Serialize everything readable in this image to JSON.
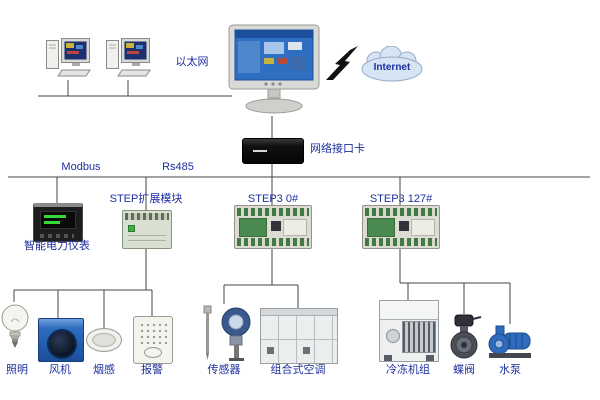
{
  "diagram": {
    "labels": {
      "ethernet": "以太网",
      "internet": "Internet",
      "nic": "网络接口卡",
      "modbus": "Modbus",
      "rs485": "Rs485",
      "power_meter": "智能电力仪表",
      "step_module": "STEP扩展模块",
      "step3_0": "STEP3 0#",
      "step3_127": "STEP3 127#"
    },
    "devices": [
      {
        "id": "lighting",
        "label": "照明"
      },
      {
        "id": "fan",
        "label": "风机"
      },
      {
        "id": "smoke-detector",
        "label": "烟感"
      },
      {
        "id": "alarm",
        "label": "报警"
      },
      {
        "id": "sensor",
        "label": "传感器"
      },
      {
        "id": "air-handling-unit",
        "label": "组合式空调"
      },
      {
        "id": "chiller-unit",
        "label": "冷冻机组"
      },
      {
        "id": "butterfly-valve",
        "label": "蝶阀"
      },
      {
        "id": "water-pump",
        "label": "水泵"
      }
    ],
    "colors": {
      "label_text": "#1c2f9e",
      "wire": "#444444",
      "equipment_blue": "#2e6cbd",
      "screen_blue": "#2f6fc1",
      "pcb_green": "#4a8a50"
    }
  }
}
